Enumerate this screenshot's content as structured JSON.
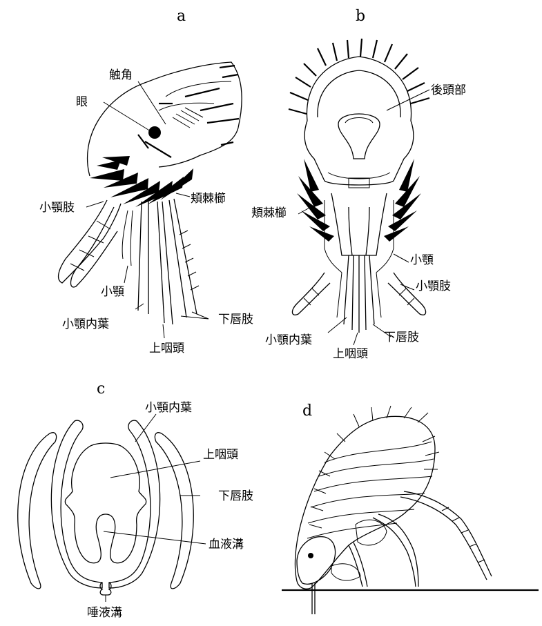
{
  "panels": {
    "a": {
      "letter": "a",
      "labels": {
        "antenna": "触角",
        "eye": "眼",
        "genal_comb": "頬棘櫛",
        "maxillary_palp": "小顎肢",
        "maxilla": "小顎",
        "lacinia": "小顎内葉",
        "epipharynx": "上咽頭",
        "labial_palp": "下唇肢"
      }
    },
    "b": {
      "letter": "b",
      "labels": {
        "occiput": "後頭部",
        "genal_comb": "頬棘櫛",
        "maxilla": "小顎",
        "maxillary_palp": "小顎肢",
        "lacinia": "小顎内葉",
        "epipharynx": "上咽頭",
        "labial_palp": "下唇肢"
      }
    },
    "c": {
      "letter": "c",
      "labels": {
        "lacinia": "小顎内葉",
        "epipharynx": "上咽頭",
        "labial_palp": "下唇肢",
        "blood_channel": "血液溝",
        "salivary_channel": "唾液溝"
      }
    },
    "d": {
      "letter": "d"
    }
  }
}
